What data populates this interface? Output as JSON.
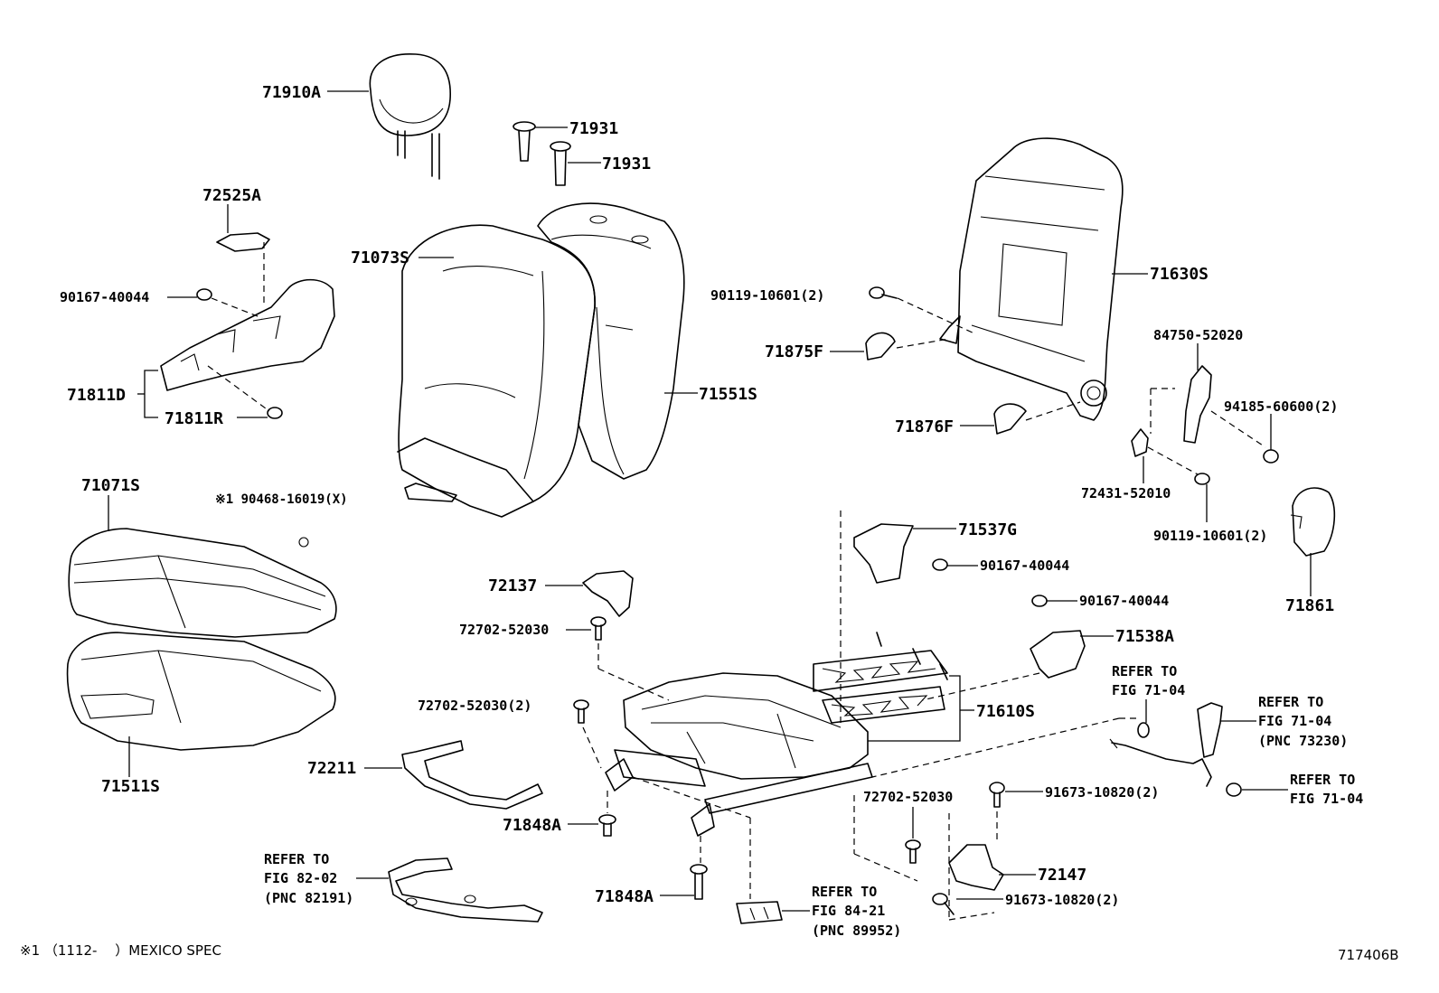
{
  "parts": {
    "p71910A": "71910A",
    "p71931a": "71931",
    "p71931b": "71931",
    "p72525A": "72525A",
    "p90167_40044_a": "90167-40044",
    "p71073S": "71073S",
    "p71811D": "71811D",
    "p71811R": "71811R",
    "p71551S": "71551S",
    "p71071S": "71071S",
    "p90468": "※1 90468-16019(X)",
    "p71511S": "71511S",
    "p71630S": "71630S",
    "p90119_a": "90119-10601(2)",
    "p71875F": "71875F",
    "p84750": "84750-52020",
    "p94185": "94185-60600(2)",
    "p71876F": "71876F",
    "p72431": "72431-52010",
    "p90119_b": "90119-10601(2)",
    "p71537G": "71537G",
    "p90167_40044_b": "90167-40044",
    "p90167_40044_c": "90167-40044",
    "p71861": "71861",
    "p72137": "72137",
    "p72702_a": "72702-52030",
    "p71538A": "71538A",
    "p72702_b": "72702-52030(2)",
    "p71610S": "71610S",
    "p72211": "72211",
    "p72702_c": "72702-52030",
    "p91673_a": "91673-10820(2)",
    "p71848A_a": "71848A",
    "p72147": "72147",
    "p71848A_b": "71848A",
    "p91673_b": "91673-10820(2)"
  },
  "refs": {
    "r1": [
      "REFER TO",
      "FIG 71-04"
    ],
    "r2": [
      "REFER TO",
      "FIG 71-04",
      "(PNC 73230)"
    ],
    "r3": [
      "REFER TO",
      "FIG 71-04"
    ],
    "r4": [
      "REFER TO",
      "FIG 82-02",
      "(PNC 82191)"
    ],
    "r5": [
      "REFER TO",
      "FIG 84-21",
      "(PNC 89952)"
    ]
  },
  "footnote": "※1 （1112-　  ）MEXICO SPEC",
  "diagram_id": "717406B"
}
